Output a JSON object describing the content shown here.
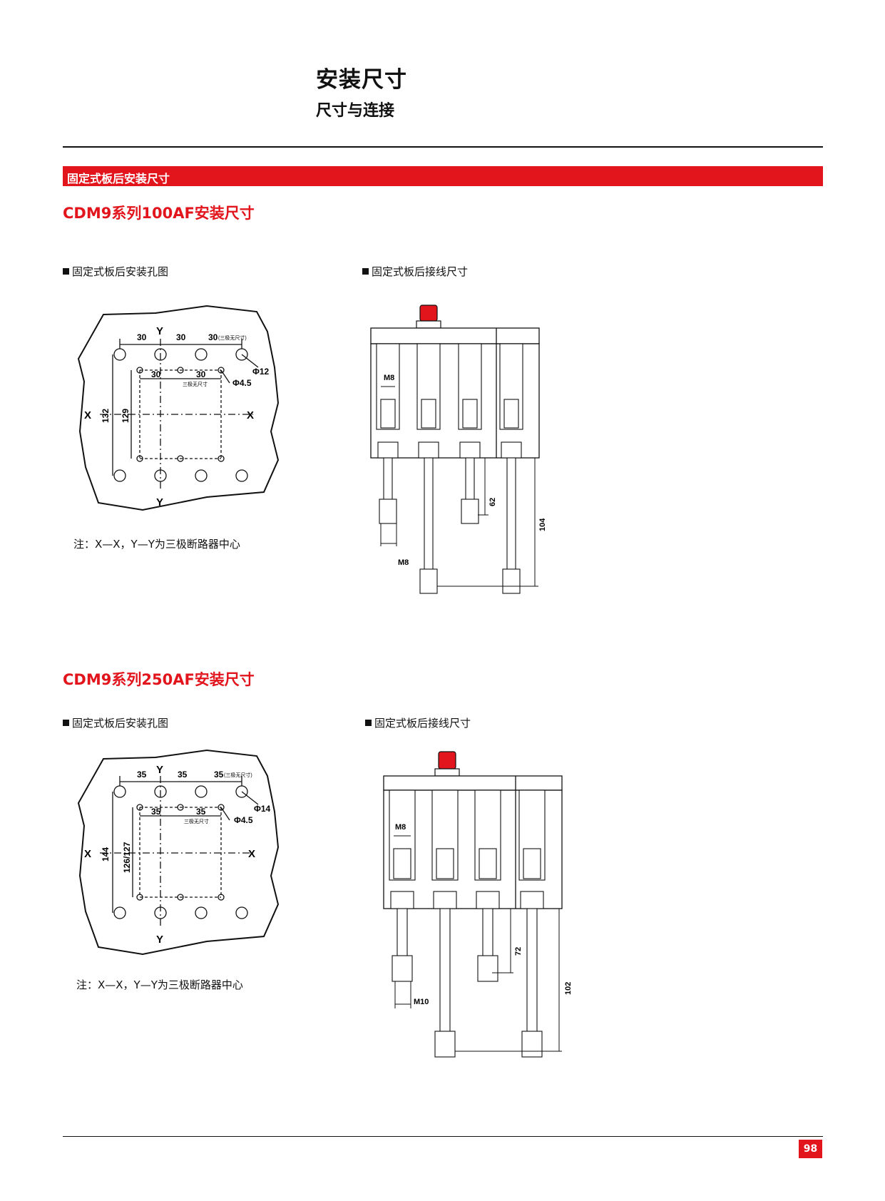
{
  "header": {
    "title": "安装尺寸",
    "subtitle": "尺寸与连接"
  },
  "banner": "固定式板后安装尺寸",
  "sections": [
    {
      "heading": "CDM9系列100AF安装尺寸",
      "left_caption": "固定式板后安装孔图",
      "right_caption": "固定式板后接线尺寸",
      "note": "注：X—X，Y—Y为三极断路器中心",
      "hole_diagram": {
        "spacing": "30",
        "spacing_note": "(三极无尺寸)",
        "outer_hole": "Φ12",
        "inner_hole": "Φ4.5",
        "inner_spacing": "30",
        "inner_note": "三极无尺寸",
        "height_outer": "132",
        "height_inner": "129",
        "axis_x": "X",
        "axis_y": "Y"
      },
      "wiring_diagram": {
        "top_thread": "M8",
        "bottom_thread": "M8",
        "short_length": "62",
        "long_length": "104"
      }
    },
    {
      "heading": "CDM9系列250AF安装尺寸",
      "left_caption": "固定式板后安装孔图",
      "right_caption": "固定式板后接线尺寸",
      "note": "注：X—X，Y—Y为三极断路器中心",
      "hole_diagram": {
        "spacing": "35",
        "spacing_note": "(三极无尺寸)",
        "outer_hole": "Φ14",
        "inner_hole": "Φ4.5",
        "inner_spacing": "35",
        "inner_note": "三极无尺寸",
        "height_outer": "144",
        "height_inner": "126/127",
        "axis_x": "X",
        "axis_y": "Y"
      },
      "wiring_diagram": {
        "top_thread": "M8",
        "bottom_thread": "M10",
        "short_length": "72",
        "long_length": "102"
      }
    }
  ],
  "page_number": "98",
  "colors": {
    "accent": "#e2141c",
    "text": "#111111"
  }
}
